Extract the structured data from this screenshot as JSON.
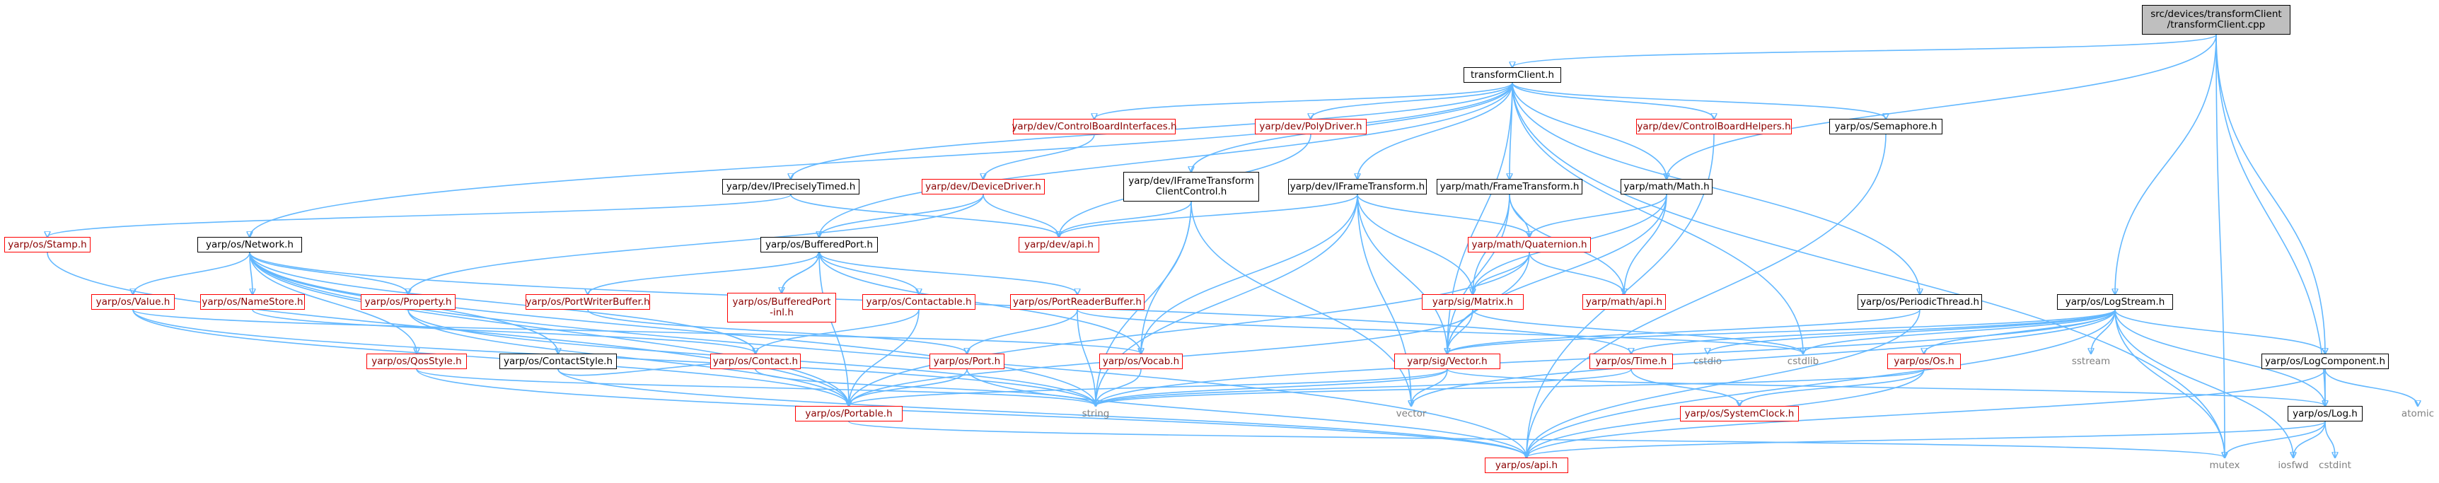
{
  "graph": {
    "nodes": [
      {
        "id": "root",
        "label": "src/devices/transformClient\n/transformClient.cpp",
        "style": "root"
      },
      {
        "id": "tc",
        "label": "transformClient.h",
        "style": "black"
      },
      {
        "id": "cbi",
        "label": "yarp/dev/ControlBoardInterfaces.h",
        "style": "red"
      },
      {
        "id": "poly",
        "label": "yarp/dev/PolyDriver.h",
        "style": "red"
      },
      {
        "id": "cbh",
        "label": "yarp/dev/ControlBoardHelpers.h",
        "style": "red"
      },
      {
        "id": "sem",
        "label": "yarp/os/Semaphore.h",
        "style": "black"
      },
      {
        "id": "ipt",
        "label": "yarp/dev/IPreciselyTimed.h",
        "style": "black"
      },
      {
        "id": "dd",
        "label": "yarp/dev/DeviceDriver.h",
        "style": "red"
      },
      {
        "id": "iftcc",
        "label": "yarp/dev/IFrameTransform\nClientControl.h",
        "style": "black"
      },
      {
        "id": "ift",
        "label": "yarp/dev/IFrameTransform.h",
        "style": "black"
      },
      {
        "id": "mft",
        "label": "yarp/math/FrameTransform.h",
        "style": "black"
      },
      {
        "id": "mm",
        "label": "yarp/math/Math.h",
        "style": "black"
      },
      {
        "id": "stamp",
        "label": "yarp/os/Stamp.h",
        "style": "red"
      },
      {
        "id": "net",
        "label": "yarp/os/Network.h",
        "style": "black"
      },
      {
        "id": "bp",
        "label": "yarp/os/BufferedPort.h",
        "style": "black"
      },
      {
        "id": "devapi",
        "label": "yarp/dev/api.h",
        "style": "red"
      },
      {
        "id": "quat",
        "label": "yarp/math/Quaternion.h",
        "style": "red"
      },
      {
        "id": "pt",
        "label": "yarp/os/PeriodicThread.h",
        "style": "black"
      },
      {
        "id": "ls",
        "label": "yarp/os/LogStream.h",
        "style": "black"
      },
      {
        "id": "value",
        "label": "yarp/os/Value.h",
        "style": "red"
      },
      {
        "id": "ns",
        "label": "yarp/os/NameStore.h",
        "style": "red"
      },
      {
        "id": "prop",
        "label": "yarp/os/Property.h",
        "style": "red"
      },
      {
        "id": "pwb",
        "label": "yarp/os/PortWriterBuffer.h",
        "style": "red"
      },
      {
        "id": "bpinl",
        "label": "yarp/os/BufferedPort\n-inl.h",
        "style": "red"
      },
      {
        "id": "contb",
        "label": "yarp/os/Contactable.h",
        "style": "red"
      },
      {
        "id": "prb",
        "label": "yarp/os/PortReaderBuffer.h",
        "style": "red"
      },
      {
        "id": "matrix",
        "label": "yarp/sig/Matrix.h",
        "style": "red"
      },
      {
        "id": "mathapi",
        "label": "yarp/math/api.h",
        "style": "red"
      },
      {
        "id": "qos",
        "label": "yarp/os/QosStyle.h",
        "style": "red"
      },
      {
        "id": "cs",
        "label": "yarp/os/ContactStyle.h",
        "style": "black"
      },
      {
        "id": "contact",
        "label": "yarp/os/Contact.h",
        "style": "red"
      },
      {
        "id": "port",
        "label": "yarp/os/Port.h",
        "style": "red"
      },
      {
        "id": "vocab",
        "label": "yarp/os/Vocab.h",
        "style": "red"
      },
      {
        "id": "vector",
        "label": "yarp/sig/Vector.h",
        "style": "red"
      },
      {
        "id": "time",
        "label": "yarp/os/Time.h",
        "style": "red"
      },
      {
        "id": "cstdio",
        "label": "cstdio",
        "style": "grey"
      },
      {
        "id": "cstdlib",
        "label": "cstdlib",
        "style": "grey"
      },
      {
        "id": "os",
        "label": "yarp/os/Os.h",
        "style": "red"
      },
      {
        "id": "sstream",
        "label": "sstream",
        "style": "grey"
      },
      {
        "id": "lc",
        "label": "yarp/os/LogComponent.h",
        "style": "black"
      },
      {
        "id": "portable",
        "label": "yarp/os/Portable.h",
        "style": "red"
      },
      {
        "id": "string",
        "label": "string",
        "style": "grey"
      },
      {
        "id": "vec",
        "label": "vector",
        "style": "grey"
      },
      {
        "id": "sysclock",
        "label": "yarp/os/SystemClock.h",
        "style": "red"
      },
      {
        "id": "log",
        "label": "yarp/os/Log.h",
        "style": "black"
      },
      {
        "id": "atomic",
        "label": "atomic",
        "style": "grey"
      },
      {
        "id": "mutex",
        "label": "mutex",
        "style": "grey"
      },
      {
        "id": "iosfwd",
        "label": "iosfwd",
        "style": "grey"
      },
      {
        "id": "osapi",
        "label": "yarp/os/api.h",
        "style": "red"
      },
      {
        "id": "cstdint",
        "label": "cstdint",
        "style": "grey"
      }
    ],
    "edges": [
      [
        "root",
        "tc"
      ],
      [
        "root",
        "mm"
      ],
      [
        "root",
        "ls"
      ],
      [
        "root",
        "mutex"
      ],
      [
        "root",
        "lc"
      ],
      [
        "root",
        "log"
      ],
      [
        "tc",
        "cbi"
      ],
      [
        "tc",
        "poly"
      ],
      [
        "tc",
        "cbh"
      ],
      [
        "tc",
        "sem"
      ],
      [
        "tc",
        "ipt"
      ],
      [
        "tc",
        "iftcc"
      ],
      [
        "tc",
        "ift"
      ],
      [
        "tc",
        "mft"
      ],
      [
        "tc",
        "net"
      ],
      [
        "tc",
        "bp"
      ],
      [
        "tc",
        "pt"
      ],
      [
        "tc",
        "vector"
      ],
      [
        "tc",
        "cstdlib"
      ],
      [
        "tc",
        "mutex"
      ],
      [
        "tc",
        "mm"
      ],
      [
        "cbi",
        "dd"
      ],
      [
        "poly",
        "devapi"
      ],
      [
        "cbh",
        "osapi"
      ],
      [
        "sem",
        "osapi"
      ],
      [
        "ipt",
        "stamp"
      ],
      [
        "ipt",
        "devapi"
      ],
      [
        "dd",
        "prop"
      ],
      [
        "dd",
        "bp"
      ],
      [
        "dd",
        "devapi"
      ],
      [
        "iftcc",
        "vocab"
      ],
      [
        "iftcc",
        "string"
      ],
      [
        "iftcc",
        "vec"
      ],
      [
        "iftcc",
        "devapi"
      ],
      [
        "ift",
        "matrix"
      ],
      [
        "ift",
        "vocab"
      ],
      [
        "ift",
        "string"
      ],
      [
        "ift",
        "vec"
      ],
      [
        "ift",
        "devapi"
      ],
      [
        "ift",
        "vector"
      ],
      [
        "ift",
        "quat"
      ],
      [
        "mft",
        "matrix"
      ],
      [
        "mft",
        "quat"
      ],
      [
        "mft",
        "mathapi"
      ],
      [
        "mft",
        "vector"
      ],
      [
        "mm",
        "quat"
      ],
      [
        "mm",
        "mathapi"
      ],
      [
        "mm",
        "matrix"
      ],
      [
        "mm",
        "vector"
      ],
      [
        "stamp",
        "portable"
      ],
      [
        "net",
        "value"
      ],
      [
        "net",
        "ns"
      ],
      [
        "net",
        "prop"
      ],
      [
        "net",
        "qos"
      ],
      [
        "net",
        "cs"
      ],
      [
        "net",
        "contact"
      ],
      [
        "net",
        "portable"
      ],
      [
        "net",
        "string"
      ],
      [
        "net",
        "time"
      ],
      [
        "net",
        "osapi"
      ],
      [
        "bp",
        "pwb"
      ],
      [
        "bp",
        "bpinl"
      ],
      [
        "bp",
        "contb"
      ],
      [
        "bp",
        "prb"
      ],
      [
        "bp",
        "portable"
      ],
      [
        "bp",
        "vocab"
      ],
      [
        "bpinl",
        "bp"
      ],
      [
        "quat",
        "matrix"
      ],
      [
        "quat",
        "vector"
      ],
      [
        "quat",
        "mathapi"
      ],
      [
        "quat",
        "portable"
      ],
      [
        "pt",
        "vector"
      ],
      [
        "pt",
        "osapi"
      ],
      [
        "ls",
        "vector"
      ],
      [
        "ls",
        "cstdio"
      ],
      [
        "ls",
        "cstdlib"
      ],
      [
        "ls",
        "os"
      ],
      [
        "ls",
        "sstream"
      ],
      [
        "ls",
        "lc"
      ],
      [
        "ls",
        "log"
      ],
      [
        "ls",
        "string"
      ],
      [
        "ls",
        "vec"
      ],
      [
        "ls",
        "time"
      ],
      [
        "ls",
        "iosfwd"
      ],
      [
        "ls",
        "osapi"
      ],
      [
        "ls",
        "mutex"
      ],
      [
        "value",
        "portable"
      ],
      [
        "value",
        "string"
      ],
      [
        "value",
        "vocab"
      ],
      [
        "ns",
        "contact"
      ],
      [
        "prop",
        "portable"
      ],
      [
        "prop",
        "string"
      ],
      [
        "pwb",
        "port"
      ],
      [
        "contb",
        "contact"
      ],
      [
        "contb",
        "portable"
      ],
      [
        "prb",
        "port"
      ],
      [
        "prb",
        "string"
      ],
      [
        "prb",
        "cstdlib"
      ],
      [
        "matrix",
        "vector"
      ],
      [
        "matrix",
        "portable"
      ],
      [
        "matrix",
        "cstdlib"
      ],
      [
        "qos",
        "string"
      ],
      [
        "qos",
        "osapi"
      ],
      [
        "cs",
        "contact"
      ],
      [
        "cs",
        "osapi"
      ],
      [
        "contact",
        "string"
      ],
      [
        "port",
        "portable"
      ],
      [
        "port",
        "osapi"
      ],
      [
        "vocab",
        "string"
      ],
      [
        "vector",
        "portable"
      ],
      [
        "vector",
        "string"
      ],
      [
        "vector",
        "vec"
      ],
      [
        "vector",
        "log"
      ],
      [
        "time",
        "sysclock"
      ],
      [
        "time",
        "string"
      ],
      [
        "os",
        "sysclock"
      ],
      [
        "os",
        "osapi"
      ],
      [
        "os",
        "string"
      ],
      [
        "lc",
        "log"
      ],
      [
        "lc",
        "atomic"
      ],
      [
        "lc",
        "osapi"
      ],
      [
        "portable",
        "mutex"
      ],
      [
        "log",
        "mutex"
      ],
      [
        "log",
        "iosfwd"
      ],
      [
        "log",
        "osapi"
      ],
      [
        "log",
        "cstdint"
      ]
    ]
  }
}
